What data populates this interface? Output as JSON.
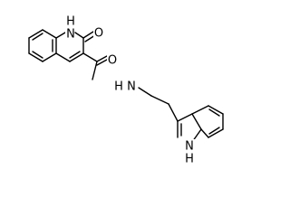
{
  "molecule": {
    "atoms": {
      "nh_quinolinone": "H",
      "n_quinolinone": "N",
      "o_ketone": "O",
      "o_amide": "O",
      "nh_amide": "N",
      "h_amide": "H",
      "nh_indole": "N",
      "h_indole": "H"
    }
  }
}
